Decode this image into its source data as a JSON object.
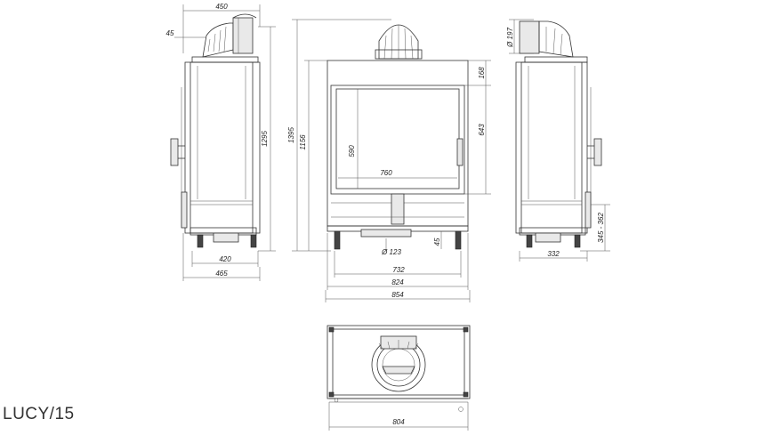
{
  "model_label": "LUCY/15",
  "dimensions": {
    "side_left_top_width": "450",
    "side_left_offset": "45",
    "side_left_height": "1295",
    "side_left_base": "420",
    "side_left_total": "465",
    "front_total_height": "1395",
    "front_body_height": "1156",
    "front_top": "168",
    "front_glass_height": "643",
    "front_opening_height": "590",
    "front_opening_width": "760",
    "flue_diameter": "Ø 123",
    "leg_height": "45",
    "front_width_1": "732",
    "front_width_2": "824",
    "front_width_3": "854",
    "side_right_flue": "Ø 197",
    "side_right_leg": "345 - 362",
    "side_right_base": "332",
    "top_view_width": "804"
  }
}
